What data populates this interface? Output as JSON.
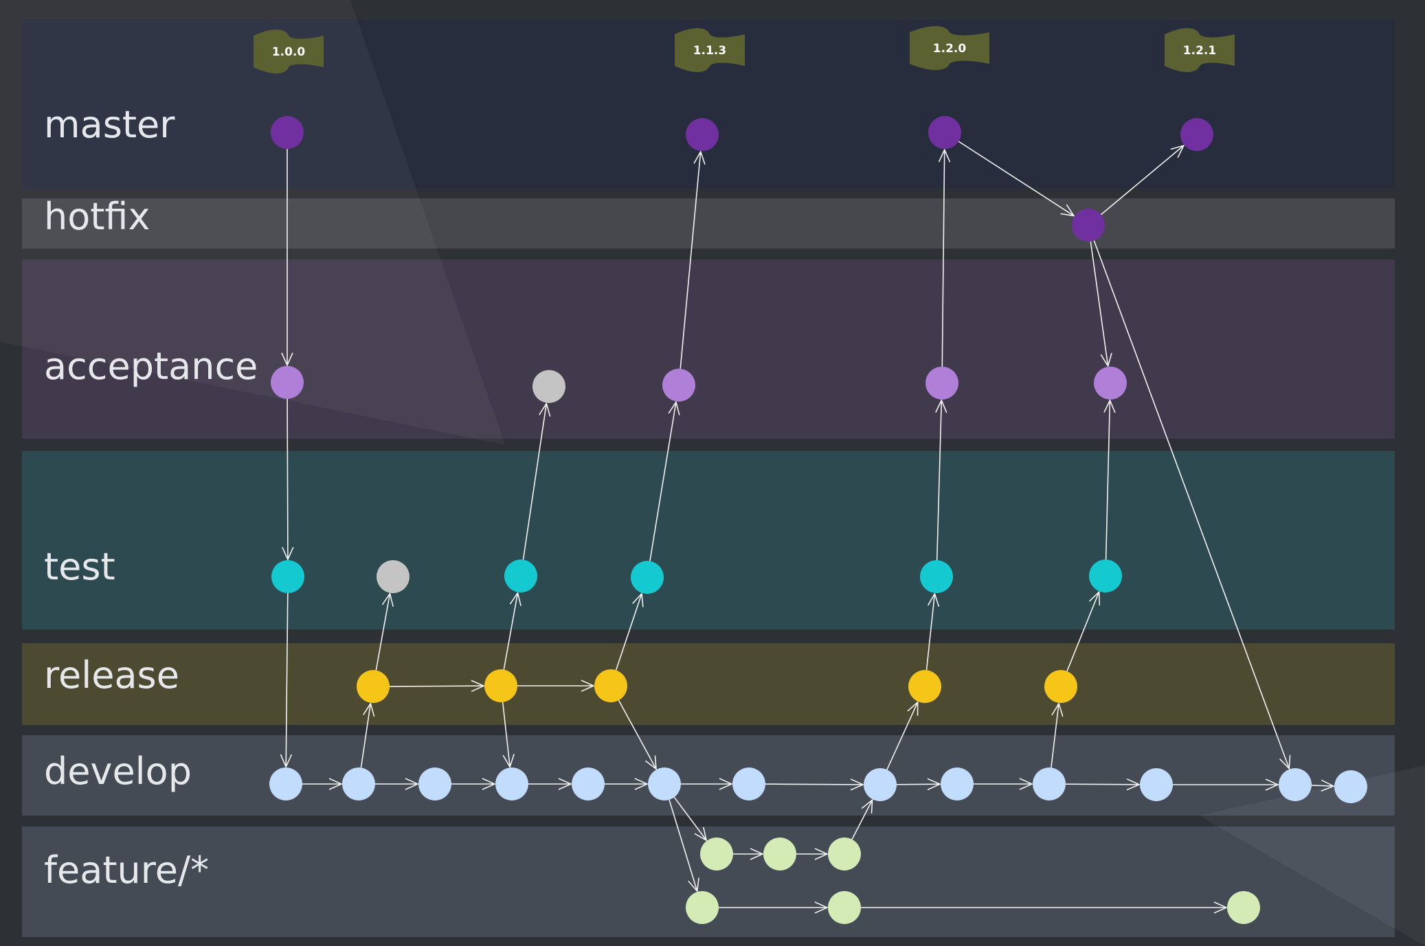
{
  "diagram": {
    "lanes": [
      {
        "id": "master",
        "label": "master",
        "color": "#272d3d"
      },
      {
        "id": "hotfix",
        "label": "hotfix",
        "color": "#46484d"
      },
      {
        "id": "acceptance",
        "label": "acceptance",
        "color": "#403a4c"
      },
      {
        "id": "test",
        "label": "test",
        "color": "#2c4a50"
      },
      {
        "id": "release",
        "label": "release",
        "color": "#4d4a32"
      },
      {
        "id": "develop",
        "label": "develop",
        "color": "#444b55"
      },
      {
        "id": "feature",
        "label": "feature/*",
        "color": "#444b55"
      }
    ],
    "tags": [
      {
        "label": "1.0.0",
        "commit": "m1"
      },
      {
        "label": "1.1.3",
        "commit": "m2"
      },
      {
        "label": "1.2.0",
        "commit": "m3"
      },
      {
        "label": "1.2.1",
        "commit": "m4"
      }
    ],
    "commit_colors": {
      "master": "#7030a0",
      "acceptance": "#b07fd8",
      "test": "#14c9cf",
      "release": "#f5c518",
      "develop": "#c2dcfd",
      "feature": "#d4ebb5",
      "abandoned": "#c4c4c4"
    },
    "commits": [
      {
        "id": "m1",
        "lane": "master",
        "kind": "master"
      },
      {
        "id": "m2",
        "lane": "master",
        "kind": "master"
      },
      {
        "id": "m3",
        "lane": "master",
        "kind": "master"
      },
      {
        "id": "m4",
        "lane": "master",
        "kind": "master"
      },
      {
        "id": "h1",
        "lane": "hotfix",
        "kind": "master"
      },
      {
        "id": "a1",
        "lane": "acceptance",
        "kind": "acceptance"
      },
      {
        "id": "ag",
        "lane": "acceptance",
        "kind": "abandoned"
      },
      {
        "id": "a2",
        "lane": "acceptance",
        "kind": "acceptance"
      },
      {
        "id": "a3",
        "lane": "acceptance",
        "kind": "acceptance"
      },
      {
        "id": "a4",
        "lane": "acceptance",
        "kind": "acceptance"
      },
      {
        "id": "t1",
        "lane": "test",
        "kind": "test"
      },
      {
        "id": "tg",
        "lane": "test",
        "kind": "abandoned"
      },
      {
        "id": "t2",
        "lane": "test",
        "kind": "test"
      },
      {
        "id": "t3",
        "lane": "test",
        "kind": "test"
      },
      {
        "id": "t4",
        "lane": "test",
        "kind": "test"
      },
      {
        "id": "t5",
        "lane": "test",
        "kind": "test"
      },
      {
        "id": "r1",
        "lane": "release",
        "kind": "release"
      },
      {
        "id": "r2",
        "lane": "release",
        "kind": "release"
      },
      {
        "id": "r3",
        "lane": "release",
        "kind": "release"
      },
      {
        "id": "r4",
        "lane": "release",
        "kind": "release"
      },
      {
        "id": "r5",
        "lane": "release",
        "kind": "release"
      },
      {
        "id": "d1",
        "lane": "develop",
        "kind": "develop"
      },
      {
        "id": "d2",
        "lane": "develop",
        "kind": "develop"
      },
      {
        "id": "d3",
        "lane": "develop",
        "kind": "develop"
      },
      {
        "id": "d4",
        "lane": "develop",
        "kind": "develop"
      },
      {
        "id": "d5",
        "lane": "develop",
        "kind": "develop"
      },
      {
        "id": "d6",
        "lane": "develop",
        "kind": "develop"
      },
      {
        "id": "d7",
        "lane": "develop",
        "kind": "develop"
      },
      {
        "id": "d8",
        "lane": "develop",
        "kind": "develop"
      },
      {
        "id": "d9",
        "lane": "develop",
        "kind": "develop"
      },
      {
        "id": "d10",
        "lane": "develop",
        "kind": "develop"
      },
      {
        "id": "d11",
        "lane": "develop",
        "kind": "develop"
      },
      {
        "id": "d12",
        "lane": "develop",
        "kind": "develop"
      },
      {
        "id": "d13",
        "lane": "develop",
        "kind": "develop"
      },
      {
        "id": "f1",
        "lane": "feature",
        "kind": "feature"
      },
      {
        "id": "f2",
        "lane": "feature",
        "kind": "feature"
      },
      {
        "id": "f3",
        "lane": "feature",
        "kind": "feature"
      },
      {
        "id": "f4",
        "lane": "feature",
        "kind": "feature"
      },
      {
        "id": "f5",
        "lane": "feature",
        "kind": "feature"
      },
      {
        "id": "f6",
        "lane": "feature",
        "kind": "feature"
      }
    ],
    "edges": [
      [
        "m1",
        "a1"
      ],
      [
        "a1",
        "t1"
      ],
      [
        "t1",
        "d1"
      ],
      [
        "d1",
        "d2"
      ],
      [
        "d2",
        "d3"
      ],
      [
        "d3",
        "d4"
      ],
      [
        "d4",
        "d5"
      ],
      [
        "d5",
        "d6"
      ],
      [
        "d6",
        "d7"
      ],
      [
        "d7",
        "d8"
      ],
      [
        "d8",
        "d9"
      ],
      [
        "d9",
        "d10"
      ],
      [
        "d10",
        "d11"
      ],
      [
        "d11",
        "d12"
      ],
      [
        "d12",
        "d13"
      ],
      [
        "d2",
        "r1"
      ],
      [
        "r1",
        "tg"
      ],
      [
        "r1",
        "r2"
      ],
      [
        "r2",
        "t2"
      ],
      [
        "t2",
        "ag"
      ],
      [
        "r2",
        "d4"
      ],
      [
        "r2",
        "r3"
      ],
      [
        "r3",
        "t3"
      ],
      [
        "t3",
        "a2"
      ],
      [
        "a2",
        "m2"
      ],
      [
        "r3",
        "d6"
      ],
      [
        "d6",
        "f1"
      ],
      [
        "f1",
        "f2"
      ],
      [
        "f2",
        "f3"
      ],
      [
        "f3",
        "d8"
      ],
      [
        "d6",
        "f4"
      ],
      [
        "f4",
        "f5"
      ],
      [
        "f5",
        "f6"
      ],
      [
        "d8",
        "r4"
      ],
      [
        "r4",
        "t4"
      ],
      [
        "t4",
        "a3"
      ],
      [
        "a3",
        "m3"
      ],
      [
        "d10",
        "r5"
      ],
      [
        "r5",
        "t5"
      ],
      [
        "t5",
        "a4"
      ],
      [
        "m3",
        "h1"
      ],
      [
        "h1",
        "m4"
      ],
      [
        "h1",
        "a4"
      ],
      [
        "h1",
        "d12"
      ]
    ]
  }
}
